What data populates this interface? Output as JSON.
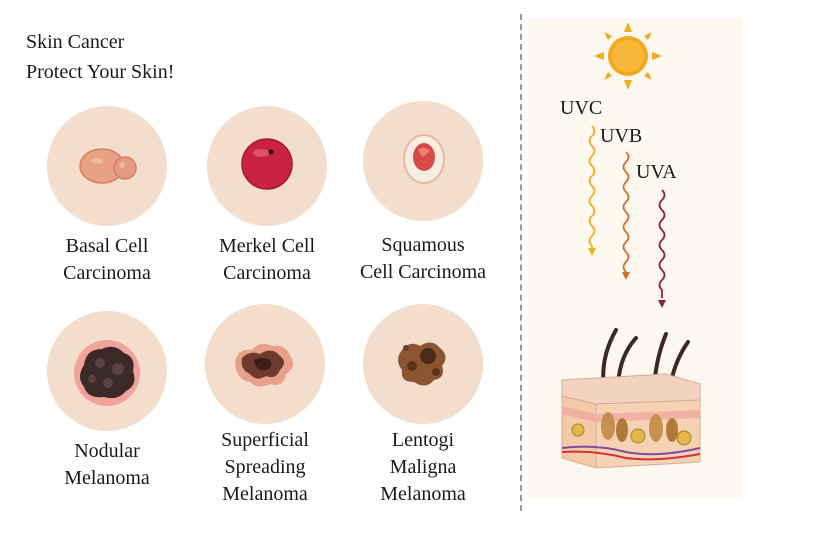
{
  "title": {
    "line1": "Skin Cancer",
    "line2": "Protect Your Skin!"
  },
  "lesions": [
    {
      "id": "basal",
      "line1": "Basal Cell",
      "line2": "Carcinoma",
      "line3": ""
    },
    {
      "id": "merkel",
      "line1": "Merkel Cell",
      "line2": "Carcinoma",
      "line3": ""
    },
    {
      "id": "squamous",
      "line1": "Squamous",
      "line2": "Cell Carcinoma",
      "line3": ""
    },
    {
      "id": "nodular",
      "line1": "Nodular",
      "line2": "Melanoma",
      "line3": ""
    },
    {
      "id": "superficial",
      "line1": "Superficial",
      "line2": "Spreading",
      "line3": "Melanoma"
    },
    {
      "id": "lentigo",
      "line1": "Lentogi",
      "line2": "Maligna",
      "line3": "Melanoma"
    }
  ],
  "uv": {
    "uvc": "UVC",
    "uvb": "UVB",
    "uva": "UVA"
  },
  "colors": {
    "skin_circle": "#f3ddcc",
    "uvc_wave": "#e7b21c",
    "uvb_wave": "#d3702a",
    "uva_wave": "#8c1d4a",
    "sun": "#f4a81e"
  },
  "icons": {
    "sun": "sun-icon",
    "skin": "skin-cross-section-icon"
  }
}
